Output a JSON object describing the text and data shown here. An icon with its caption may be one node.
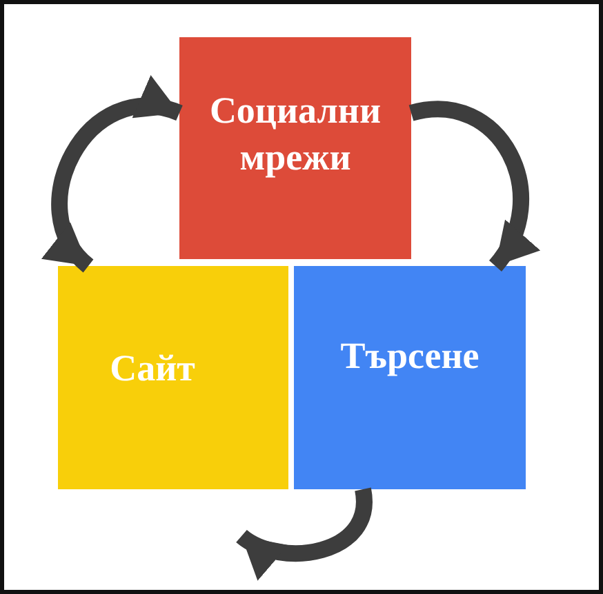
{
  "diagram": {
    "nodes": [
      {
        "text": [
          "Социални мрежи"
        ]
      },
      {
        "text": [
          "Сайт"
        ]
      },
      {
        "text": [
          "Търсене"
        ]
      }
    ],
    "edges": [
      {
        "from": 0,
        "to": 1,
        "arrow": "both"
      },
      {
        "from": 0,
        "to": 2,
        "arrow": "to"
      },
      {
        "from": 2,
        "to": 1,
        "arrow": "to"
      }
    ]
  }
}
